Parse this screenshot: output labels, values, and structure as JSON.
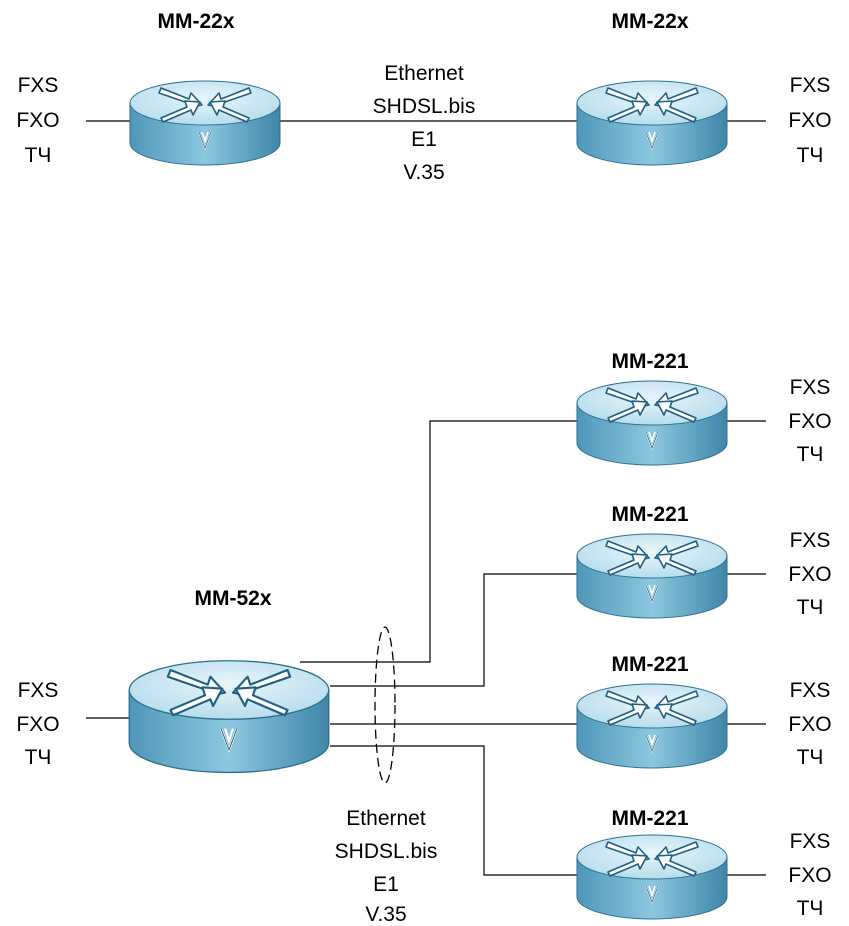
{
  "top": {
    "left_router": {
      "name": "MM-22x",
      "ports": [
        "FXS",
        "FXO",
        "ТЧ"
      ]
    },
    "right_router": {
      "name": "MM-22x",
      "ports": [
        "FXS",
        "FXO",
        "ТЧ"
      ]
    },
    "link_types": [
      "Ethernet",
      "SHDSL.bis",
      "E1",
      "V.35"
    ]
  },
  "bottom": {
    "hub": {
      "name": "MM-52x",
      "ports": [
        "FXS",
        "FXO",
        "ТЧ"
      ]
    },
    "link_types": [
      "Ethernet",
      "SHDSL.bis",
      "E1",
      "V.35"
    ],
    "remotes": [
      {
        "name": "MM-221",
        "ports": [
          "FXS",
          "FXO",
          "ТЧ"
        ]
      },
      {
        "name": "MM-221",
        "ports": [
          "FXS",
          "FXO",
          "ТЧ"
        ]
      },
      {
        "name": "MM-221",
        "ports": [
          "FXS",
          "FXO",
          "ТЧ"
        ]
      },
      {
        "name": "MM-221",
        "ports": [
          "FXS",
          "FXO",
          "ТЧ"
        ]
      }
    ]
  },
  "router_badge": "V",
  "colors": {
    "router_top": "#c5e6f2",
    "router_side": "#5fa8c7",
    "arrow_fill": "#ffffff",
    "arrow_stroke": "#1f5f80"
  }
}
